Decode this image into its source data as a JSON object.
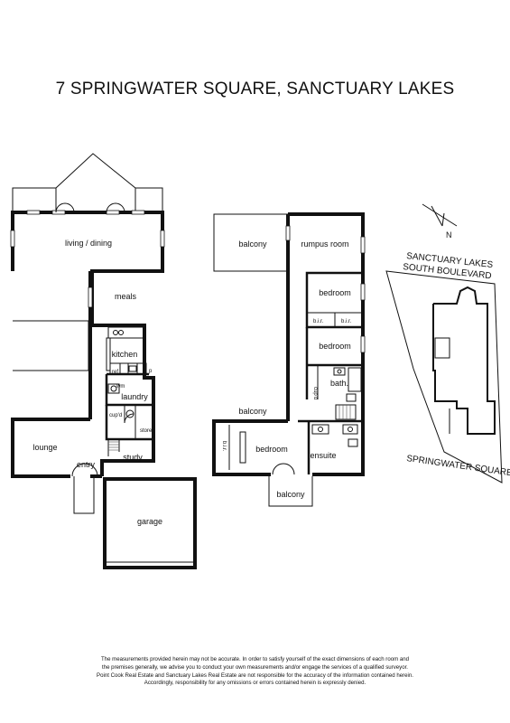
{
  "title": "7 SPRINGWATER SQUARE, SANCTUARY LAKES",
  "ground_floor": {
    "rooms": {
      "living_dining": "living / dining",
      "meals": "meals",
      "kitchen": "kitchen",
      "ref": "ref",
      "wm": "wm",
      "p": "p",
      "laundry": "laundry",
      "cupd": "cup'd",
      "store": "store",
      "lounge": "lounge",
      "entry": "entry",
      "study": "study",
      "garage": "garage"
    }
  },
  "first_floor": {
    "rooms": {
      "balcony_top": "balcony",
      "rumpus_room": "rumpus room",
      "bedroom_1": "bedroom",
      "bir_1": "b.i.r.",
      "bir_2": "b.i.r.",
      "bedroom_2": "bedroom",
      "cupd": "cup'd",
      "bath": "bath.",
      "balcony_mid": "balcony",
      "bir_master": "b.i.r.",
      "bedroom_master": "bedroom",
      "ensuite": "ensuite",
      "balcony_bottom": "balcony"
    }
  },
  "site": {
    "north": "N",
    "street_top_line1": "SANCTUARY LAKES",
    "street_top_line2": "SOUTH BOULEVARD",
    "street_bottom": "SPRINGWATER SQUARE"
  },
  "disclaimer": {
    "line1": "The measurements provided herein may not be accurate.  In order to satisfy yourself of the exact dimensions of each room and",
    "line2": "the premises generally, we advise you to conduct your own measurements and/or engage the services of a qualified surveyor.",
    "line3": "Point Cook Real Estate and Sanctuary Lakes Real Estate are not responsible for the accuracy of the information contained herein.",
    "line4": "Accordingly, responsibility for any omissions or errors contained herein is expressly denied."
  }
}
